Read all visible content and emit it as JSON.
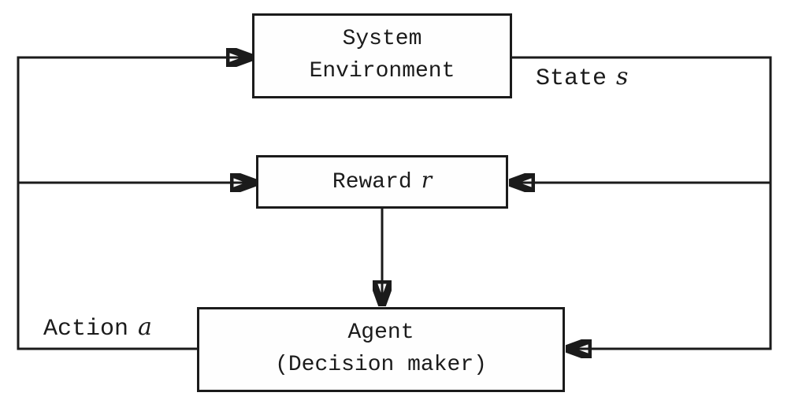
{
  "diagram": {
    "nodes": {
      "system_environment": {
        "line1": "System",
        "line2": "Environment"
      },
      "reward": {
        "label": "Reward",
        "variable": "r"
      },
      "agent": {
        "line1": "Agent",
        "line2": "(Decision maker)"
      }
    },
    "edge_labels": {
      "state": {
        "label": "State",
        "variable": "s"
      },
      "action": {
        "label": "Action",
        "variable": "a"
      }
    },
    "colors": {
      "line": "#1b1b1b",
      "background": "#ffffff",
      "box_fill": "#fefefe"
    }
  }
}
